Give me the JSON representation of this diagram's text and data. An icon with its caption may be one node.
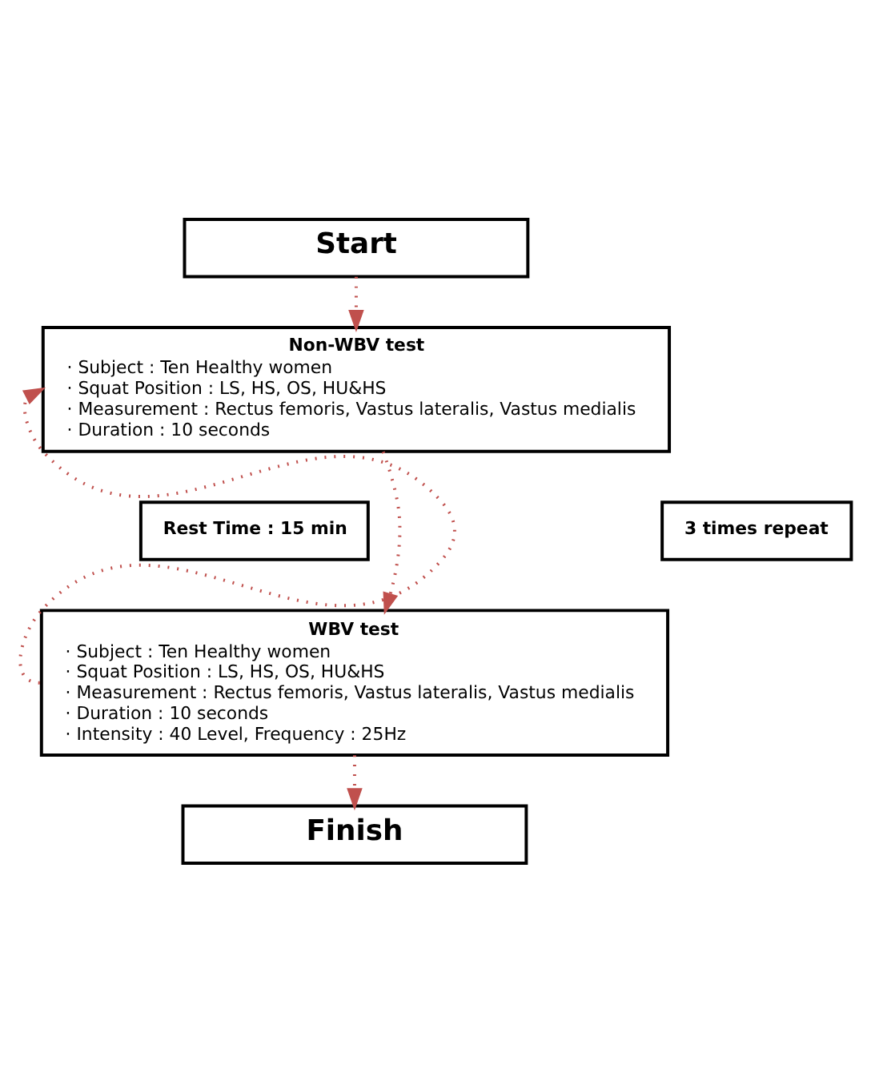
{
  "diagram": {
    "nodes": [
      {
        "text": [
          "Start"
        ]
      },
      {
        "text": [
          "Non-WBV test",
          "· Subject : Ten Healthy women",
          "· Squat Position : LS, HS, OS, HU&HS",
          "· Measurement : Rectus femoris, Vastus lateralis, Vastus medialis",
          "· Duration : 10 seconds"
        ]
      },
      {
        "text": [
          "3 times repeat"
        ]
      },
      {
        "text": [
          "Rest Time : 15 min"
        ]
      },
      {
        "text": [
          "WBV test",
          "· Subject : Ten Healthy women",
          "· Squat Position : LS, HS, OS, HU&HS",
          "· Measurement : Rectus femoris, Vastus lateralis, Vastus medialis",
          "· Duration : 10 seconds",
          "· Intensity : 40 Level, Frequency : 25Hz"
        ]
      },
      {
        "text": [
          "Finish"
        ]
      }
    ],
    "edges": [
      {
        "from": 0,
        "to": 1,
        "arrow": "to",
        "style": "dashed"
      },
      {
        "from": 1,
        "to": 4,
        "arrow": "to",
        "style": "dashed"
      },
      {
        "from": 4,
        "to": 1,
        "arrow": "to",
        "style": "dashed"
      },
      {
        "from": 4,
        "to": 5,
        "arrow": "to",
        "style": "dashed"
      }
    ]
  }
}
